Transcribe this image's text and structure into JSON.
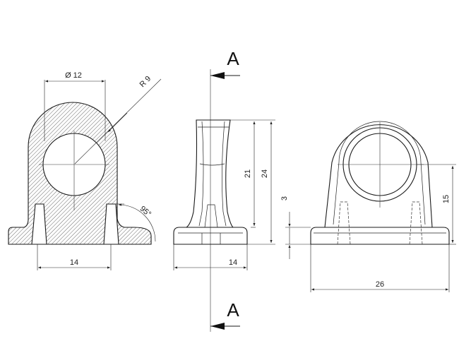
{
  "diagram": {
    "section_marks": {
      "top": "A",
      "bottom": "A"
    },
    "dimensions": {
      "bore_diameter": "Ø 12",
      "radius": "R 9",
      "angle": "95°",
      "base_width_left": "14",
      "profile_height_inner": "21",
      "profile_height_outer": "24",
      "profile_base_width": "14",
      "rib_height": "3",
      "center_height": "15",
      "overall_width": "26"
    }
  },
  "colors": {
    "line": "#1a1a1a",
    "hatch": "#444444",
    "background": "#ffffff"
  }
}
